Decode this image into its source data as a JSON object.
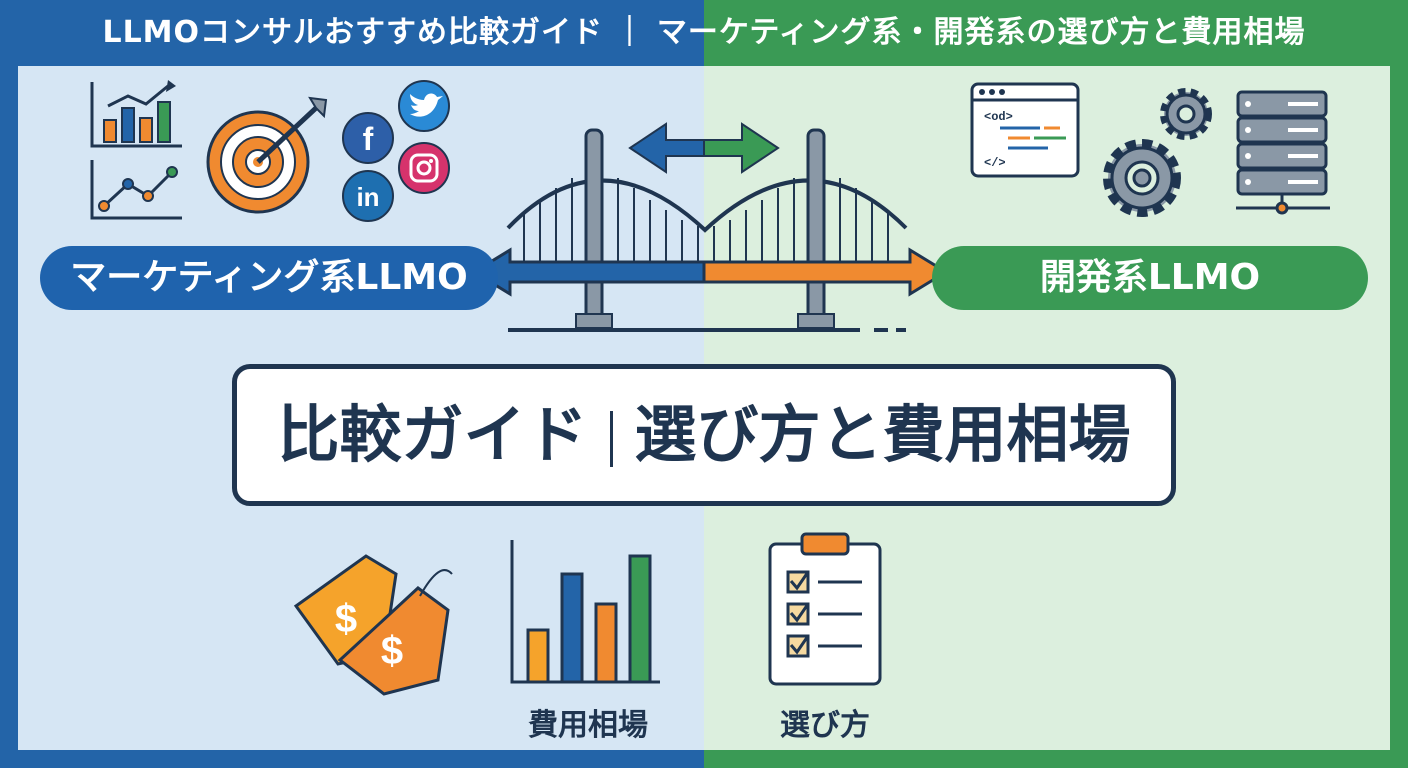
{
  "header": {
    "title": "LLMOコンサルおすすめ比較ガイド ｜ マーケティング系・開発系の選び方と費用相場"
  },
  "left_pill": {
    "label": "マーケティング系LLMO"
  },
  "right_pill": {
    "label": "開発系LLMO"
  },
  "center": {
    "left_text": "比較ガイド",
    "right_text": "選び方と費用相場"
  },
  "bottom": {
    "cost_label": "費用相場",
    "choose_label": "選び方"
  },
  "code_window": {
    "open_tag": "<od>",
    "close_tag": "</>"
  },
  "social": {
    "facebook": "f",
    "linkedin": "in"
  },
  "price_tag_symbol": "$",
  "colors": {
    "blue": "#2364a8",
    "green": "#3a9a55",
    "orange": "#f08a30",
    "navy": "#1f3550",
    "left_panel": "#d6e6f4",
    "right_panel": "#dcefde"
  },
  "icons": [
    "bar-chart-icon",
    "line-chart-icon",
    "target-icon",
    "twitter-icon",
    "facebook-icon",
    "instagram-icon",
    "linkedin-icon",
    "code-window-icon",
    "gear-icon",
    "server-icon",
    "bridge-icon",
    "price-tag-icon",
    "bar-chart-icon",
    "checklist-icon"
  ]
}
